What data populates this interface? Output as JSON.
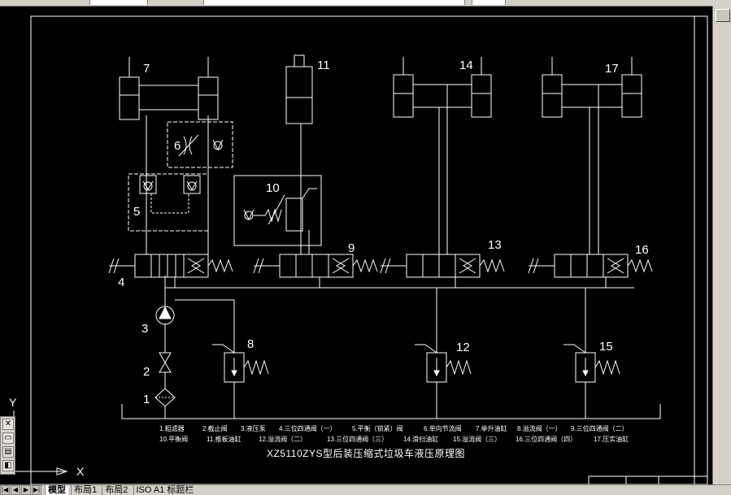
{
  "drawing": {
    "title": "XZ5110ZYS型后装压缩式垃圾车液压原理图",
    "component_numbers": [
      "1",
      "2",
      "3",
      "4",
      "5",
      "6",
      "7",
      "8",
      "9",
      "10",
      "11",
      "12",
      "13",
      "14",
      "15",
      "16",
      "17"
    ],
    "legend_row1": [
      "1.粗滤器",
      "2.截止阀",
      "3.液压泵",
      "4.三位四通阀（一）",
      "5.平衡（锁紧）阀",
      "6.单向节流阀",
      "7.举升油缸",
      "8.溢流阀（一）",
      "9.三位四通阀（二）"
    ],
    "legend_row2": [
      "10.平衡阀",
      "11.推板油缸",
      "12.溢流阀（二）",
      "13.三位四通阀（三）",
      "14.滑扫油缸",
      "15.溢流阀（三）",
      "16.三位四通阀（四）",
      "17.压实油缸"
    ]
  },
  "ucs": {
    "x_label": "X",
    "y_label": "Y"
  },
  "layout_tabs": [
    "模型",
    "布局1",
    "布局2",
    "ISO A1 标题栏"
  ],
  "active_tab": "模型",
  "nav_buttons": [
    "|◀",
    "◀",
    "▶",
    "▶|"
  ],
  "colors": {
    "background": "#000000",
    "lines": "#ffffff",
    "chrome": "#d4d0c8"
  }
}
